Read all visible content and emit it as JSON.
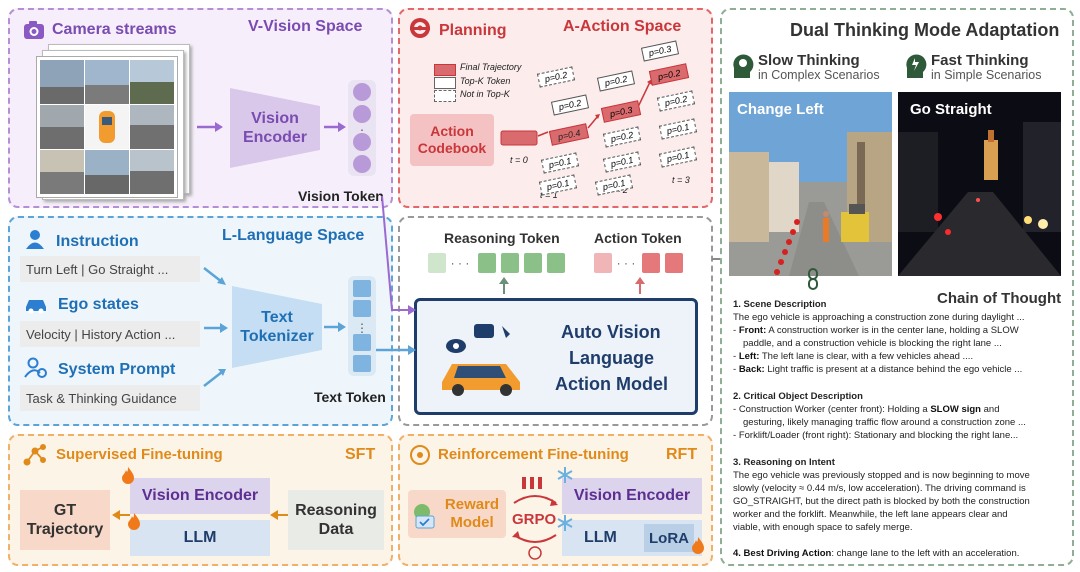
{
  "vision_space": {
    "camera_label": "Camera streams",
    "space_title": "V-Vision Space",
    "encoder_label": "Vision Encoder",
    "token_label": "Vision Token"
  },
  "action_space": {
    "planning_label": "Planning",
    "space_title": "A-Action Space",
    "legend": [
      "Final Trajectory",
      "Top-K Token",
      "Not in Top-K"
    ],
    "codebook_label": "Action Codebook",
    "time_labels": [
      "t = 0",
      "t = 1",
      "t = 2",
      "t = 3"
    ],
    "t0_tokens": [
      "p=0.2",
      "p=0.4",
      "p=0.1",
      "p=0.1"
    ],
    "t1_tokens": [
      "p=0.2",
      "p=0.3",
      "p=0.2",
      "p=0.1"
    ],
    "t2_tokens": [
      "p=0.3",
      "p=0.2",
      "p=0.2",
      "p=0.1",
      "p=0.1"
    ]
  },
  "language_space": {
    "space_title": "L-Language Space",
    "instruction_label": "Instruction",
    "instruction_value": "Turn Left | Go Straight ...",
    "ego_label": "Ego states",
    "ego_value": "Velocity | History Action ...",
    "prompt_label": "System Prompt",
    "prompt_value": "Task & Thinking Guidance",
    "tokenizer_label": "Text Tokenizer",
    "token_label": "Text Token"
  },
  "model": {
    "reasoning_token_label": "Reasoning Token",
    "action_token_label": "Action Token",
    "model_name_line1": "Auto Vision",
    "model_name_line2": "Language",
    "model_name_line3": "Action Model"
  },
  "sft": {
    "title": "Supervised Fine-tuning",
    "tag": "SFT",
    "gt_label": "GT Trajectory",
    "vision_encoder": "Vision Encoder",
    "llm": "LLM",
    "reasoning_data": "Reasoning Data"
  },
  "rft": {
    "title": "Reinforcement Fine-tuning",
    "tag": "RFT",
    "reward_model": "Reward Model",
    "grpo": "GRPO",
    "vision_encoder": "Vision Encoder",
    "llm": "LLM",
    "lora": "LoRA"
  },
  "dual": {
    "title": "Dual Thinking Mode Adaptation",
    "slow_title": "Slow Thinking",
    "slow_sub": "in Complex Scenarios",
    "fast_title": "Fast Thinking",
    "fast_sub": "in Simple Scenarios",
    "left_scene_label": "Change Left",
    "right_scene_label": "Go Straight",
    "cot_title": "Chain of Thought",
    "s1_title": "1. Scene Description",
    "s1_intro": "The ego vehicle is approaching a construction zone during daylight ...",
    "s1_front_label": "Front:",
    "s1_front_text": "A construction worker is in the center lane, holding a SLOW",
    "s1_front_text2": "paddle, and a construction vehicle is blocking the right lane ...",
    "s1_left_label": "Left:",
    "s1_left_text": "The left lane is clear, with a few vehicles ahead ....",
    "s1_back_label": "Back:",
    "s1_back_text": "Light traffic is present at a distance behind the ego vehicle ...",
    "s2_title": "2. Critical Object Description",
    "s2_line1": "Construction Worker (center front): Holding a",
    "s2_line1_bold": "SLOW sign",
    "s2_line1_end": "and",
    "s2_line2": "gesturing, likely managing traffic flow around a construction zone ...",
    "s2_line3": "Forklift/Loader (front right): Stationary and blocking the right lane...",
    "s3_title": "3. Reasoning on Intent",
    "s3_line1": "The ego vehicle was previously stopped and is now beginning to move",
    "s3_line2": "slowly (velocity ≈ 0.44 m/s, low acceleration). The driving command is",
    "s3_line3": "GO_STRAIGHT, but the direct path is blocked by both the construction",
    "s3_line4": "worker and the forklift. Meanwhile, the left lane appears clear and",
    "s3_line5": "viable, with enough space to safely merge.",
    "s4_title": "4. Best Driving Action",
    "s4_text": ": change lane to the left with an acceleration."
  },
  "colors": {
    "purple": "#7a4bb0",
    "red": "#c9373b",
    "blue": "#1f6fb5",
    "orange": "#e08a1a",
    "navy": "#1f3d6b"
  }
}
